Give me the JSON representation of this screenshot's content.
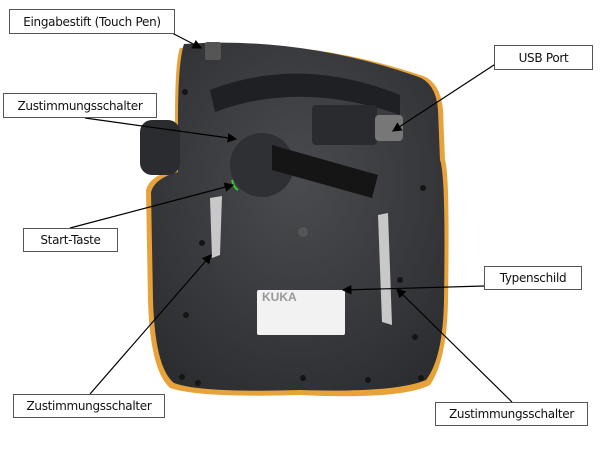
{
  "labels": {
    "touch_pen": "Eingabestift (Touch Pen)",
    "usb_port": "USB Port",
    "enabling_switch_top": "Zustimmungsschalter",
    "start_key": "Start-Taste",
    "type_plate": "Typenschild",
    "enabling_switch_left": "Zustimmungsschalter",
    "enabling_switch_right": "Zustimmungsschalter"
  },
  "device": {
    "brand": "KUKA",
    "body_color": "#3a3b3e",
    "accent_color": "#e8a23a"
  }
}
